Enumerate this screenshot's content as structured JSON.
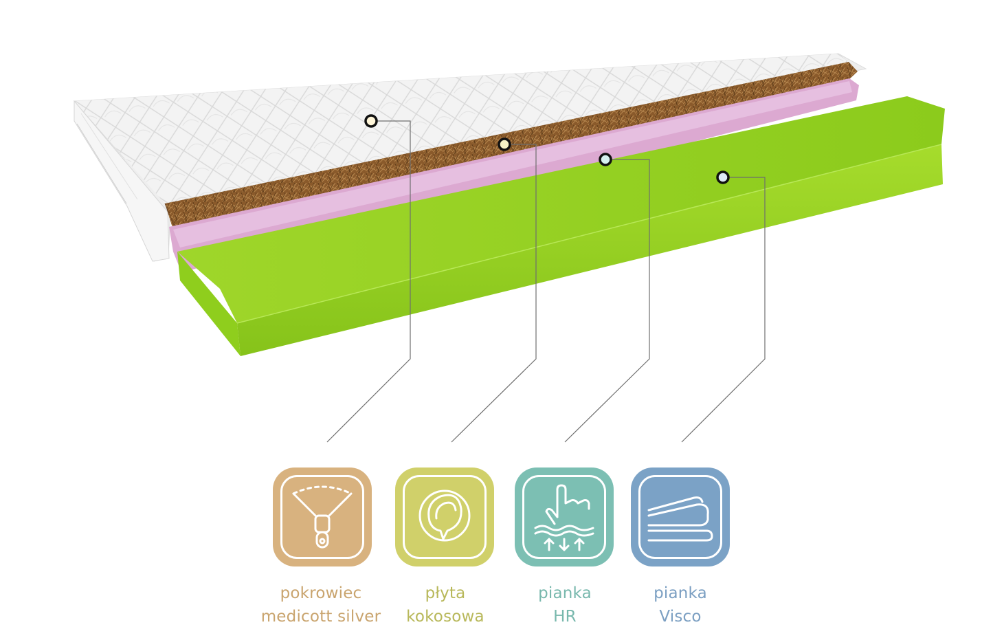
{
  "colors": {
    "cover_top": "#f4f4f4",
    "coconut": "#8a5a2b",
    "pink_foam": "#d9a6cf",
    "green_foam": "#99d21f",
    "line": "#666666"
  },
  "layers": [
    {
      "id": "cover",
      "icon": "zipper-icon",
      "line1": "pokrowiec",
      "line2": "medicott silver",
      "color": "#d8b27f",
      "text_color": "#c9a46e",
      "dot_color": "#fff6d9"
    },
    {
      "id": "coconut",
      "icon": "coconut-icon",
      "line1": "płyta",
      "line2": "kokosowa",
      "color": "#d0d06a",
      "text_color": "#b8b85a",
      "dot_color": "#f6f2c6"
    },
    {
      "id": "hr",
      "icon": "hand-press-icon",
      "line1": "pianka",
      "line2": "HR",
      "color": "#7cbfb3",
      "text_color": "#78b8ad",
      "dot_color": "#d6f1ef"
    },
    {
      "id": "visco",
      "icon": "visco-layers-icon",
      "line1": "pianka",
      "line2": "Visco",
      "color": "#7ba2c6",
      "text_color": "#7b9fc2",
      "dot_color": "#dde9f7"
    }
  ]
}
